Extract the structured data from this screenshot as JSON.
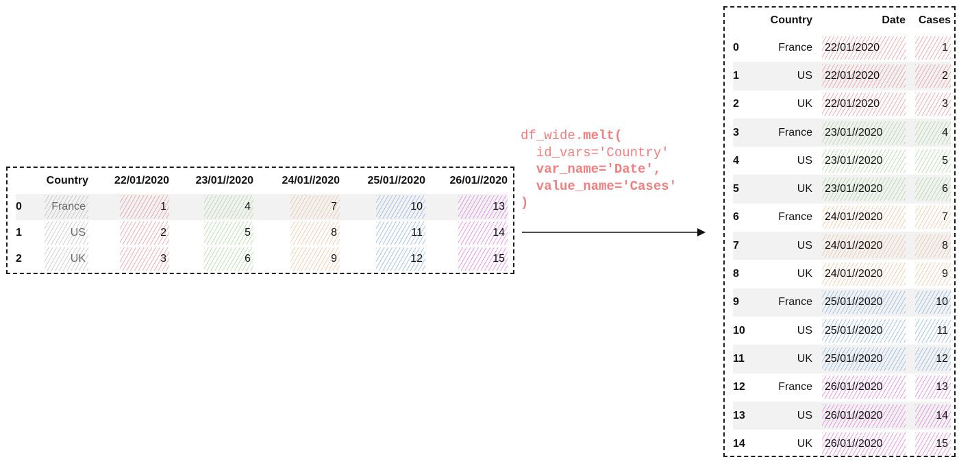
{
  "wide": {
    "header": [
      "",
      "Country",
      "22/01/2020",
      "23/01//2020",
      "24/01//2020",
      "25/01//2020",
      "26/01//2020"
    ],
    "rows": [
      {
        "index": "0",
        "country": "France",
        "values": [
          "1",
          "4",
          "7",
          "10",
          "13"
        ]
      },
      {
        "index": "1",
        "country": "US",
        "values": [
          "2",
          "5",
          "8",
          "11",
          "14"
        ]
      },
      {
        "index": "2",
        "country": "UK",
        "values": [
          "3",
          "6",
          "9",
          "12",
          "15"
        ]
      }
    ]
  },
  "code": {
    "line1_prefix": "df_wide.",
    "line1_method": "melt(",
    "line2": "  id_vars='Country'",
    "line3": "  var_name='Date',",
    "line4": "  value_name='Cases'",
    "line5": ")"
  },
  "long": {
    "header": [
      "",
      "Country",
      "Date",
      "Cases"
    ],
    "rows": [
      {
        "index": "0",
        "country": "France",
        "date": "22/01/2020",
        "cases": "1"
      },
      {
        "index": "1",
        "country": "US",
        "date": "22/01/2020",
        "cases": "2"
      },
      {
        "index": "2",
        "country": "UK",
        "date": "22/01/2020",
        "cases": "3"
      },
      {
        "index": "3",
        "country": "France",
        "date": "23/01//2020",
        "cases": "4"
      },
      {
        "index": "4",
        "country": "US",
        "date": "23/01//2020",
        "cases": "5"
      },
      {
        "index": "5",
        "country": "UK",
        "date": "23/01//2020",
        "cases": "6"
      },
      {
        "index": "6",
        "country": "France",
        "date": "24/01//2020",
        "cases": "7"
      },
      {
        "index": "7",
        "country": "US",
        "date": "24/01//2020",
        "cases": "8"
      },
      {
        "index": "8",
        "country": "UK",
        "date": "24/01//2020",
        "cases": "9"
      },
      {
        "index": "9",
        "country": "France",
        "date": "25/01//2020",
        "cases": "10"
      },
      {
        "index": "10",
        "country": "US",
        "date": "25/01//2020",
        "cases": "11"
      },
      {
        "index": "11",
        "country": "UK",
        "date": "25/01//2020",
        "cases": "12"
      },
      {
        "index": "12",
        "country": "France",
        "date": "26/01//2020",
        "cases": "13"
      },
      {
        "index": "13",
        "country": "US",
        "date": "26/01//2020",
        "cases": "14"
      },
      {
        "index": "14",
        "country": "UK",
        "date": "26/01//2020",
        "cases": "15"
      }
    ]
  },
  "colors": {
    "code_text": "#f08080",
    "row_stripe": "#f2f2f2",
    "date_hatches": [
      "#e26e78",
      "#8cc878",
      "#eeaa78",
      "#6ea0dc",
      "#dc5adc"
    ],
    "country_hatch": "#969696"
  }
}
